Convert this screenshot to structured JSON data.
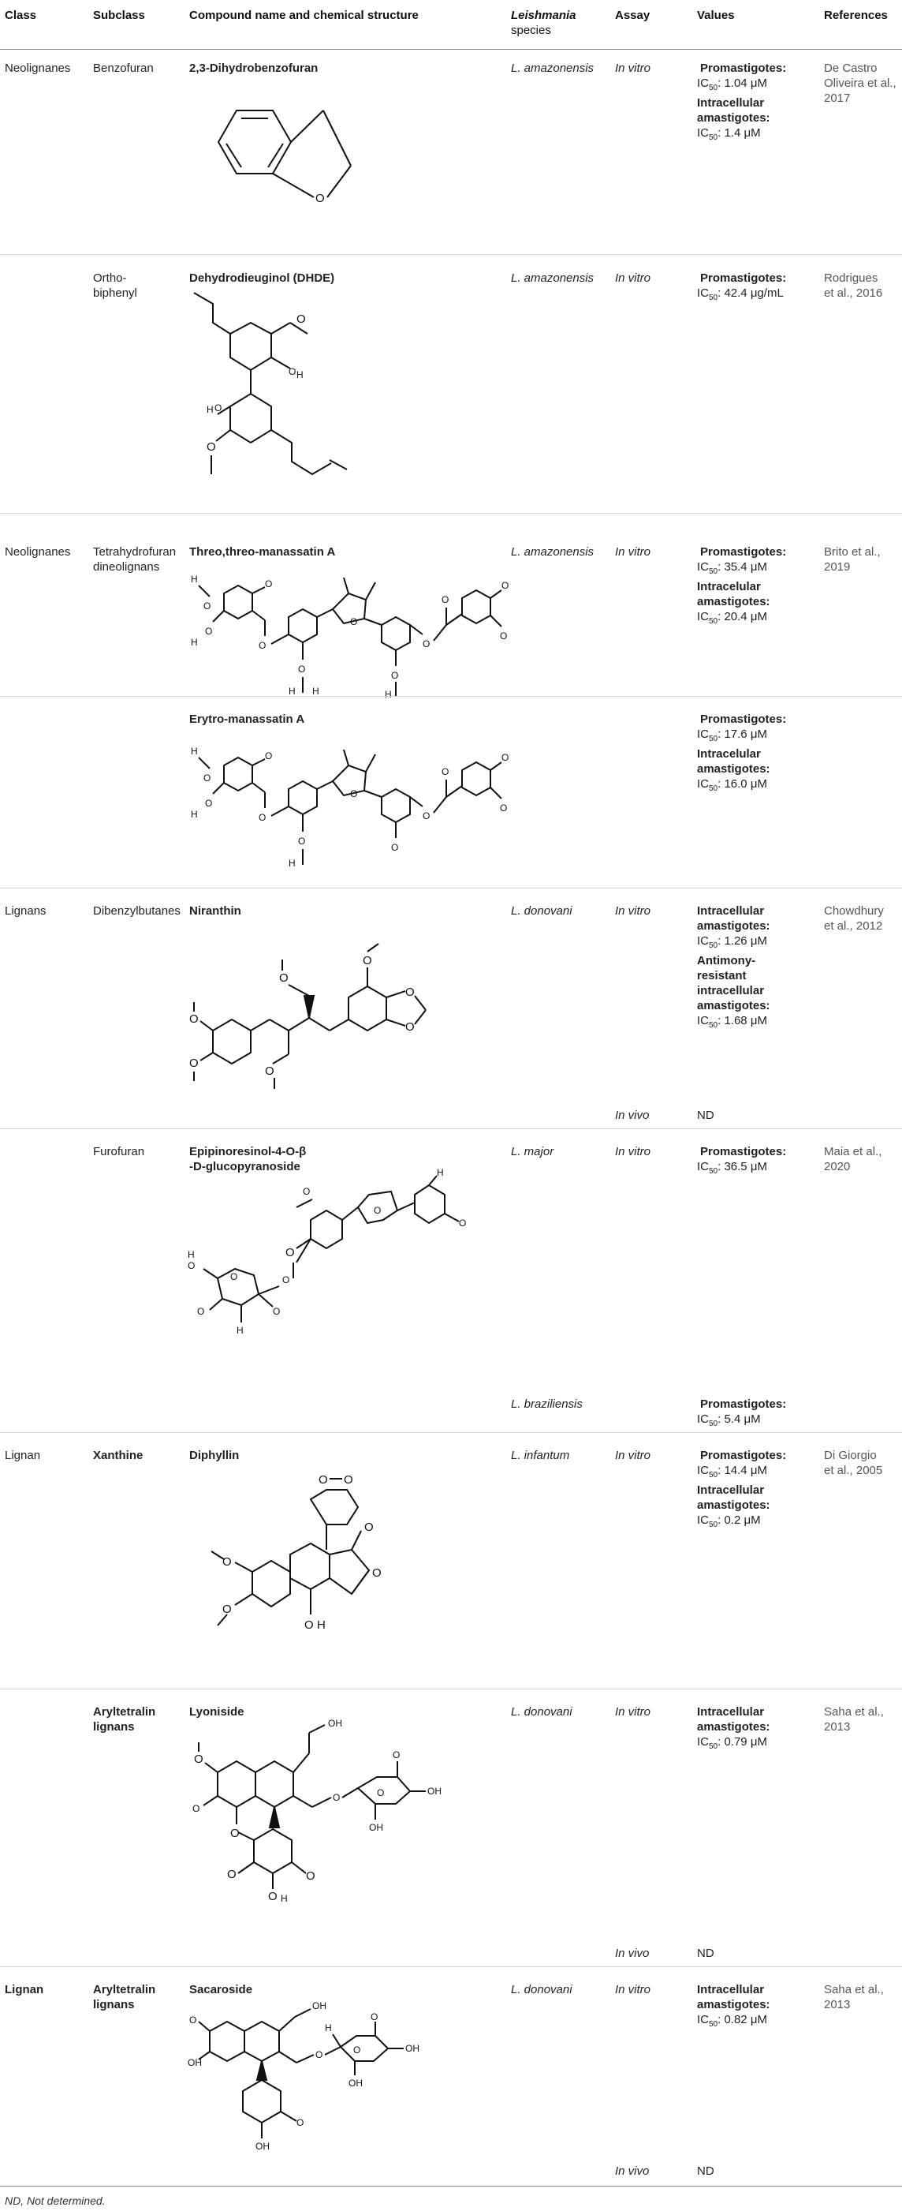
{
  "header": {
    "class": "Class",
    "subclass": "Subclass",
    "compound": "Compound name and chemical structure",
    "species_italic": "Leishmania",
    "species_rest": "species",
    "assay": "Assay",
    "values": "Values",
    "references": "References"
  },
  "rows": [
    {
      "class": "Neolignanes",
      "subclass": "Benzofuran",
      "compound": "2,3-Dihydrobenzofuran",
      "species": "L. amazonensis",
      "assay": "In vitro",
      "v1": "Promastigotes:",
      "v2": "IC",
      "v3": ": 1.04 μM",
      "v4": "Intracellular",
      "v5": "amastigotes:",
      "v6": "IC",
      "v7": ": 1.4 μM",
      "ref1": "De Castro",
      "ref2": "Oliveira et al.,",
      "ref3": "2017"
    },
    {
      "subclass1": "Ortho-",
      "subclass2": "biphenyl",
      "compound": "Dehydrodieuginol (DHDE)",
      "species": "L. amazonensis",
      "assay": "In vitro",
      "v1": "Promastigotes:",
      "v2": "IC",
      "v3": ": 42.4 μg/mL",
      "ref1": "Rodrigues",
      "ref2": "et al., 2016"
    },
    {
      "class": "Neolignanes",
      "subclass1": "Tetrahydrofuran",
      "subclass2": "dineolignans",
      "compound": "Threo,threo-manassatin A",
      "species": "L. amazonensis",
      "assay": "In vitro",
      "v1": "Promastigotes:",
      "v2": "IC",
      "v3": ": 35.4 μM",
      "v4": "Intracelular",
      "v5": "amastigotes:",
      "v6": "IC",
      "v7": ": 20.4 μM",
      "ref1": "Brito et al.,",
      "ref2": "2019"
    },
    {
      "compound": "Erytro-manassatin A",
      "v1": "Promastigotes:",
      "v2": "IC",
      "v3": ": 17.6 μM",
      "v4": "Intracelular",
      "v5": "amastigotes:",
      "v6": "IC",
      "v7": ": 16.0 μM"
    },
    {
      "class": "Lignans",
      "subclass": "Dibenzylbutanes",
      "compound": "Niranthin",
      "species": "L. donovani",
      "assay": "In vitro",
      "assay2": "In vivo",
      "v1": "Intracellular",
      "v2": "amastigotes:",
      "v3": "IC",
      "v4": ": 1.26 μM",
      "v5": "Antimony-",
      "v6": "resistant",
      "v7": "intracellular",
      "v8": "amastigotes:",
      "v9": "IC",
      "v10": ": 1.68 μM",
      "v11": "ND",
      "ref1": "Chowdhury",
      "ref2": "et al., 2012"
    },
    {
      "subclass": "Furofuran",
      "compound1": "Epipinoresinol-4-O-β",
      "compound2": "-D-glucopyranoside",
      "species": "L. major",
      "species2": "L. braziliensis",
      "assay": "In vitro",
      "v1": "Promastigotes:",
      "v2": "IC",
      "v3": ": 36.5 μM",
      "v4": "Promastigotes:",
      "v5": "IC",
      "v6": ": 5.4 μM",
      "ref1": "Maia et al.,",
      "ref2": "2020"
    },
    {
      "class": "Lignan",
      "subclass": "Xanthine",
      "compound": "Diphyllin",
      "species": "L. infantum",
      "assay": "In vitro",
      "v1": "Promastigotes:",
      "v2": "IC",
      "v3": ": 14.4 μM",
      "v4": "Intracellular",
      "v5": "amastigotes:",
      "v6": "IC",
      "v7": ": 0.2 μM",
      "ref1": "Di Giorgio",
      "ref2": "et al., 2005"
    },
    {
      "subclass1": "Aryltetralin",
      "subclass2": "lignans",
      "compound": "Lyoniside",
      "species": "L. donovani",
      "assay": "In vitro",
      "assay2": "In vivo",
      "v1": "Intracellular",
      "v2": "amastigotes:",
      "v3": "IC",
      "v4": ": 0.79 μM",
      "v5": "ND",
      "ref1": "Saha et al.,",
      "ref2": "2013"
    },
    {
      "class": "Lignan",
      "subclass1": "Aryltetralin",
      "subclass2": "lignans",
      "compound": "Sacaroside",
      "species": "L. donovani",
      "assay": "In vitro",
      "assay2": "In vivo",
      "v1": "Intracellular",
      "v2": "amastigotes:",
      "v3": "IC",
      "v4": ": 0.82 μM",
      "v5": "ND",
      "ref1": "Saha et al.,",
      "ref2": "2013"
    }
  ],
  "subscript": "50",
  "atoms": {
    "O": "O",
    "OH": "OH",
    "H": "H"
  },
  "footnote": "ND, Not determined."
}
